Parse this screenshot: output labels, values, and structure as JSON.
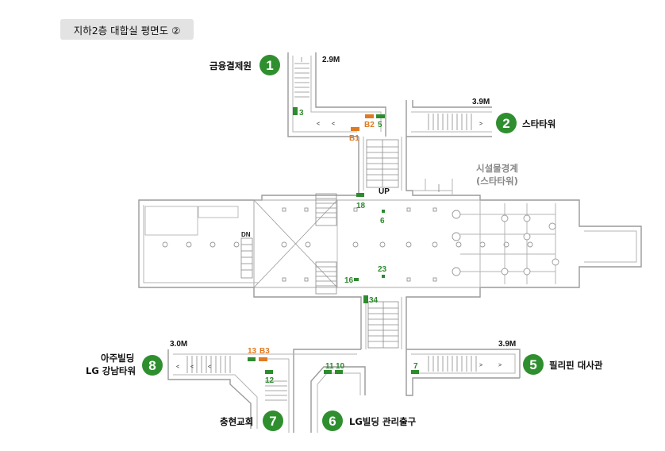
{
  "title": "지하2층 대합실 평면도 ②",
  "exits": [
    {
      "num": "1",
      "name": "금융결제원"
    },
    {
      "num": "2",
      "name": "스타타워"
    },
    {
      "num": "5",
      "name": "필리핀 대사관"
    },
    {
      "num": "6",
      "name": "LG빌딩 관리출구"
    },
    {
      "num": "7",
      "name": "충현교회"
    },
    {
      "num": "8",
      "name_line1": "아주빌딩",
      "name_line2": "LG 강남타워"
    }
  ],
  "note": {
    "line1": "시설물경계",
    "line2": "(스타타워)"
  },
  "widths": {
    "w1": "2.9M",
    "w2": "3.9M",
    "w8": "3.0M",
    "w5": "3.9M"
  },
  "gates": [
    "3",
    "B2",
    "5",
    "B1",
    "18",
    "6",
    "16",
    "23",
    "34",
    "13",
    "B3",
    "12",
    "11",
    "10",
    "7"
  ],
  "labels": {
    "up": "UP",
    "dn": "DN"
  },
  "colors": {
    "exit_green": "#2f8f2f",
    "gate_green": "#2e8b2e",
    "gate_orange": "#e07a21",
    "wall": "#9a9a9a"
  }
}
